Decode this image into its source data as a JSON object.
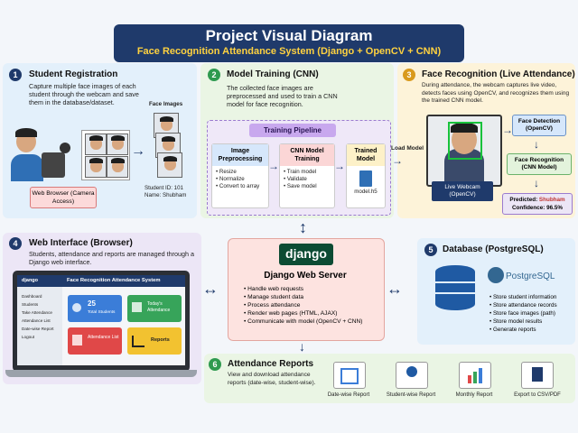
{
  "header": {
    "title": "Project Visual Diagram",
    "subtitle": "Face Recognition Attendance System (Django + OpenCV + CNN)"
  },
  "colors": {
    "navy": "#1f3a6b",
    "panel1": "#e3f0fb",
    "panel2": "#eaf5e4",
    "panel3": "#fdf3d9",
    "panel4": "#ece6f6",
    "panel5": "#e3f0fb",
    "panel6": "#eaf5e4",
    "django": "#0c4b33"
  },
  "step1": {
    "number": "1",
    "title": "Student Registration",
    "text": "Capture multiple face images of each student through the webcam and save them in the database/dataset.",
    "face_images_label": "Face Images",
    "browser_label": "Web Browser (Camera Access)",
    "student_id": "Student ID: 101",
    "student_name": "Name: Shubham"
  },
  "step2": {
    "number": "2",
    "title": "Model Training (CNN)",
    "text": "The collected face images are preprocessed and used to train a CNN model for face recognition.",
    "pipeline_title": "Training Pipeline",
    "preprocessing": {
      "title": "Image Preprocessing",
      "items": [
        "Resize",
        "Normalize",
        "Convert to array"
      ]
    },
    "training": {
      "title": "CNN Model Training",
      "items": [
        "Train model",
        "Validate",
        "Save model"
      ]
    },
    "trained": {
      "title": "Trained Model",
      "file": "model.h5"
    }
  },
  "step3": {
    "number": "3",
    "title": "Face Recognition (Live Attendance)",
    "text": "During attendance, the webcam captures live video, detects faces using OpenCV, and recognizes them using the trained CNN model.",
    "load_model": "Load Model",
    "webcam_label": "Live Webcam (OpenCV)",
    "detection": "Face Detection (OpenCV)",
    "recognition": "Face Recognition (CNN Model)",
    "predicted_label": "Predicted:",
    "predicted_value": "Shubham",
    "confidence": "Confidence: 96.5%"
  },
  "step4": {
    "number": "4",
    "title": "Web Interface (Browser)",
    "text": "Students, attendance and reports are managed through a Django web interface.",
    "app_brand": "django",
    "app_title": "Face Recognition Attendance System",
    "sidebar": [
      "Dashboard",
      "Students",
      "Take Attendance",
      "Attendance List",
      "Date-wise Report",
      "Logout"
    ],
    "cards": [
      {
        "value": "25",
        "label": "Total Students",
        "color": "#3b7dd8"
      },
      {
        "value": "",
        "label": "Today's Attendance",
        "color": "#37a45a"
      },
      {
        "value": "",
        "label": "Attendance List",
        "color": "#e04848"
      },
      {
        "value": "",
        "label": "Reports",
        "color": "#f2c230"
      }
    ]
  },
  "server": {
    "logo": "django",
    "title": "Django Web Server",
    "items": [
      "Handle web requests",
      "Manage student data",
      "Process attendance",
      "Render web pages (HTML, AJAX)",
      "Communicate with model (OpenCV + CNN)"
    ]
  },
  "step5": {
    "number": "5",
    "title": "Database (PostgreSQL)",
    "pg_label": "PostgreSQL",
    "items": [
      "Store student information",
      "Store attendance records",
      "Store face images (path)",
      "Store model results",
      "Generate reports"
    ]
  },
  "step6": {
    "number": "6",
    "title": "Attendance Reports",
    "text": "View and download attendance reports (date-wise, student-wise).",
    "reports": [
      "Date-wise Report",
      "Student-wise Report",
      "Monthly Report",
      "Export to CSV/PDF"
    ]
  }
}
